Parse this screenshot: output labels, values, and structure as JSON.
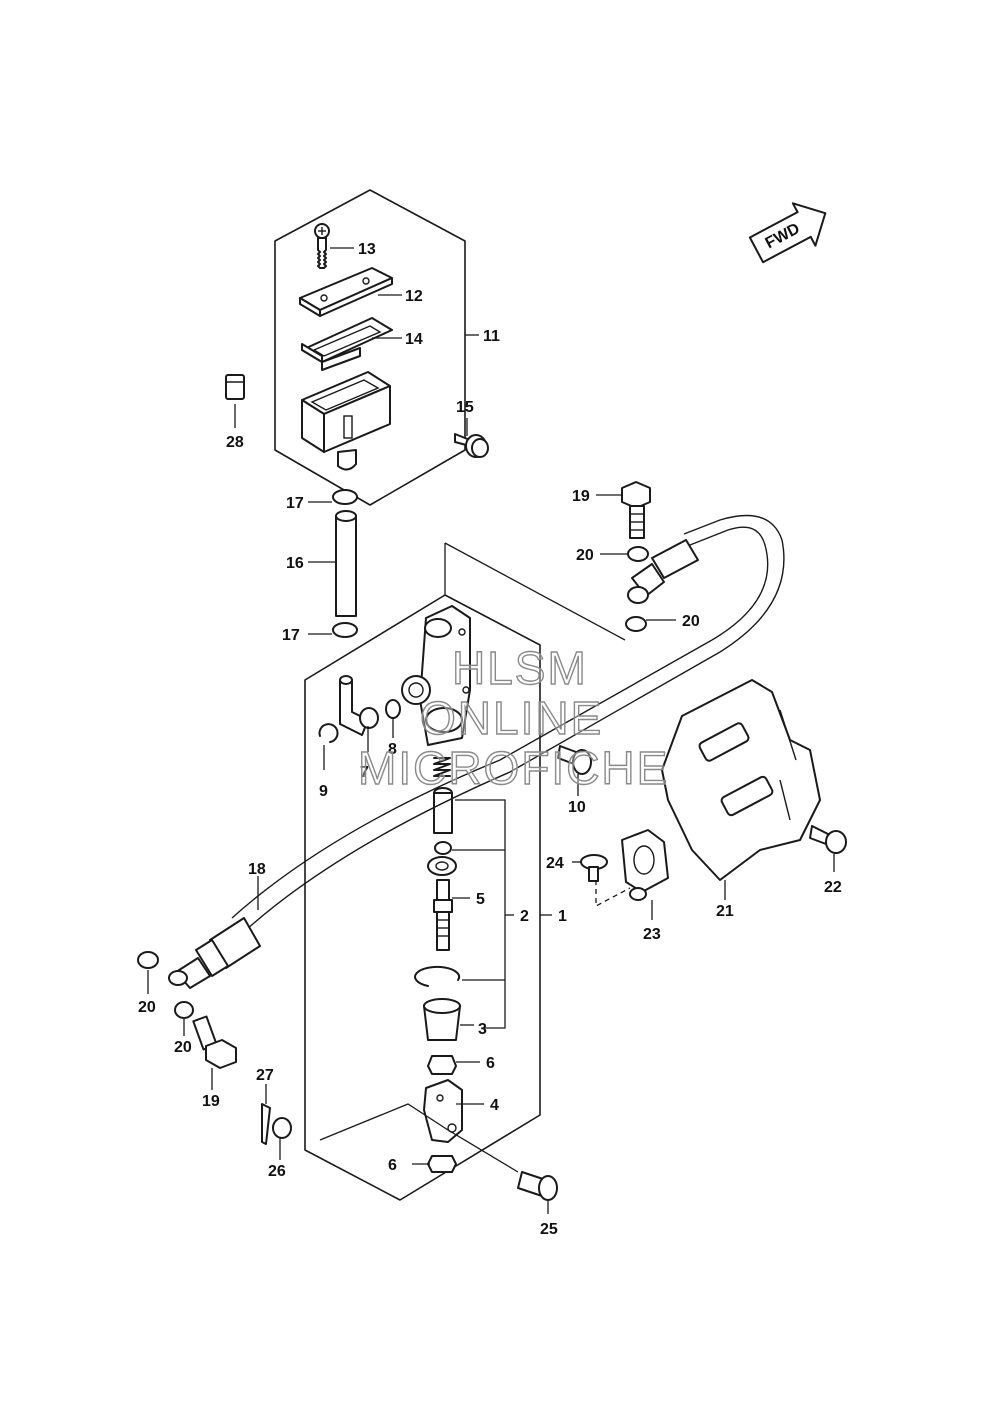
{
  "watermark": [
    "HLSM",
    "ONLINE",
    "MICROFICHE"
  ],
  "fwd_label": "FWD",
  "callouts": {
    "c1": "1",
    "c2": "2",
    "c3": "3",
    "c4": "4",
    "c5": "5",
    "c6a": "6",
    "c6b": "6",
    "c7": "7",
    "c8": "8",
    "c9": "9",
    "c10": "10",
    "c11": "11",
    "c12": "12",
    "c13": "13",
    "c14": "14",
    "c15": "15",
    "c16": "16",
    "c17a": "17",
    "c17b": "17",
    "c18": "18",
    "c19a": "19",
    "c19b": "19",
    "c20a": "20",
    "c20b": "20",
    "c20c": "20",
    "c20d": "20",
    "c21": "21",
    "c22": "22",
    "c23": "23",
    "c24": "24",
    "c25": "25",
    "c26": "26",
    "c27": "27",
    "c28": "28"
  }
}
